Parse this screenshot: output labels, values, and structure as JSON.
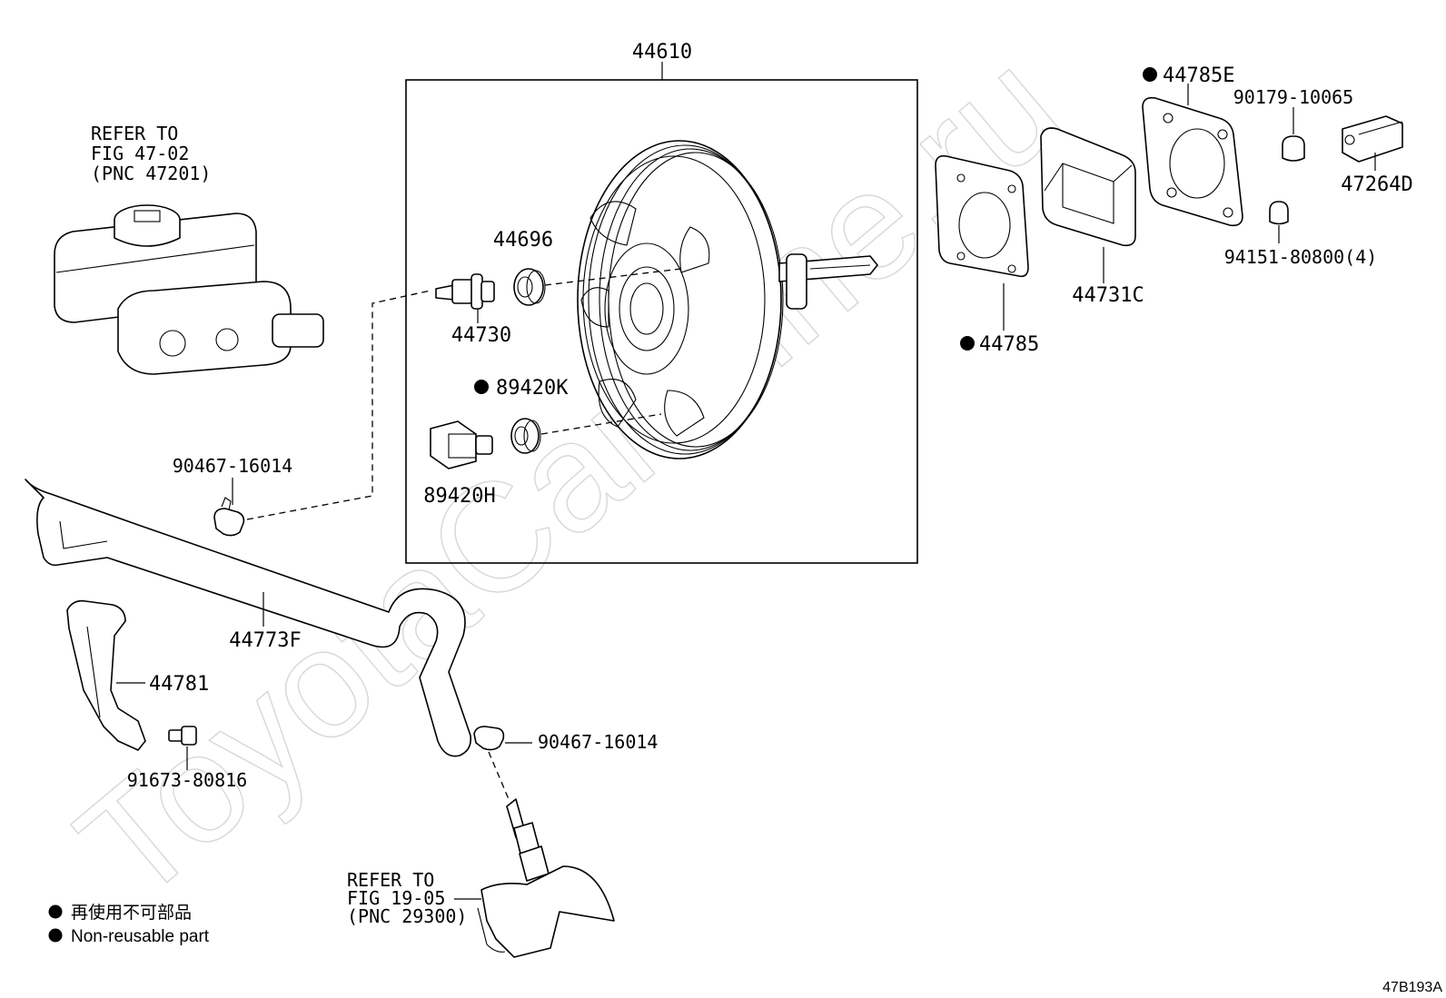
{
  "diagram": {
    "watermark": "ToyotaCarMine.ru",
    "diagram_code": "47B193A",
    "refer_master_cylinder": {
      "line1": "REFER TO",
      "line2": "FIG 47-02",
      "line3": "(PNC 47201)"
    },
    "refer_engine": {
      "line1": "REFER TO",
      "line2": "FIG 19-05",
      "line3": "(PNC 29300)"
    },
    "parts": {
      "booster_assy": "44610",
      "grommet": "44696",
      "check_valve": "44730",
      "sensor_non_reusable": "89420K",
      "sensor": "89420H",
      "gasket_non_reusable": "44785",
      "spacer": "44731C",
      "gasket_e_non_reusable": "44785E",
      "nut_cap": "90179-10065",
      "clevis": "47264D",
      "nut": "94151-80800(4)",
      "clip_upper": "90467-16014",
      "clip_lower": "90467-16014",
      "hose": "44773F",
      "bracket": "44781",
      "bolt": "91673-80816"
    },
    "legend": {
      "jp": "再使用不可部品",
      "en": "Non-reusable part"
    }
  }
}
